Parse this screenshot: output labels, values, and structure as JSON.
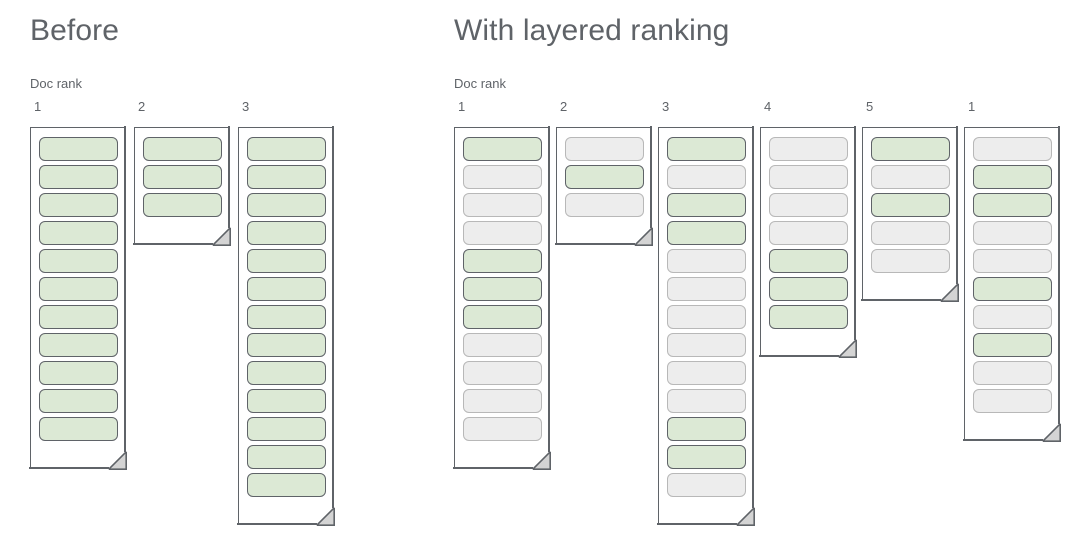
{
  "colors": {
    "hit_fill": "#dce9d5",
    "hit_border": "#5f6368",
    "miss_fill": "#ededed",
    "miss_border": "#b8b8b8",
    "sheet_border": "#5f6368",
    "text": "#5f6368",
    "background": "#ffffff"
  },
  "panels": [
    {
      "id": "before",
      "title": "Before",
      "axis_label": "Doc rank",
      "docs": [
        {
          "rank": "1",
          "chips": [
            "hit",
            "hit",
            "hit",
            "hit",
            "hit",
            "hit",
            "hit",
            "hit",
            "hit",
            "hit",
            "hit"
          ]
        },
        {
          "rank": "2",
          "chips": [
            "hit",
            "hit",
            "hit"
          ]
        },
        {
          "rank": "3",
          "chips": [
            "hit",
            "hit",
            "hit",
            "hit",
            "hit",
            "hit",
            "hit",
            "hit",
            "hit",
            "hit",
            "hit",
            "hit",
            "hit"
          ]
        }
      ]
    },
    {
      "id": "with-layered-ranking",
      "title": "With layered ranking",
      "axis_label": "Doc rank",
      "docs": [
        {
          "rank": "1",
          "chips": [
            "hit",
            "miss",
            "miss",
            "miss",
            "hit",
            "hit",
            "hit",
            "miss",
            "miss",
            "miss",
            "miss"
          ]
        },
        {
          "rank": "2",
          "chips": [
            "miss",
            "hit",
            "miss"
          ]
        },
        {
          "rank": "3",
          "chips": [
            "hit",
            "miss",
            "hit",
            "hit",
            "miss",
            "miss",
            "miss",
            "miss",
            "miss",
            "miss",
            "hit",
            "hit",
            "miss"
          ]
        },
        {
          "rank": "4",
          "chips": [
            "miss",
            "miss",
            "miss",
            "miss",
            "hit",
            "hit",
            "hit"
          ]
        },
        {
          "rank": "5",
          "chips": [
            "hit",
            "miss",
            "hit",
            "miss",
            "miss"
          ]
        },
        {
          "rank": "1",
          "chips": [
            "miss",
            "hit",
            "hit",
            "miss",
            "miss",
            "hit",
            "miss",
            "hit",
            "miss",
            "miss"
          ]
        }
      ]
    }
  ]
}
